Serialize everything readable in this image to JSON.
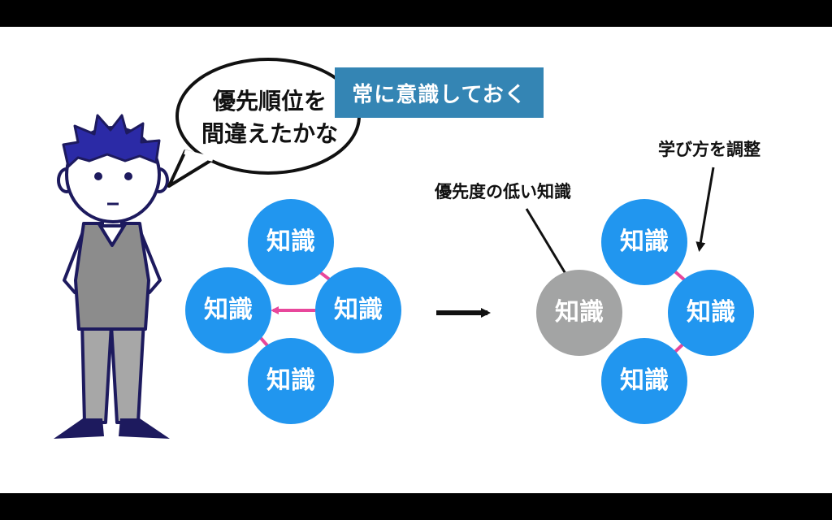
{
  "speech_bubble": {
    "text_line1": "優先順位を",
    "text_line2": "間違えたかな"
  },
  "banner": {
    "text": "常に意識しておく",
    "color": "#3485b4"
  },
  "left_diagram": {
    "nodes": [
      {
        "label": "知識"
      },
      {
        "label": "知識"
      },
      {
        "label": "知識"
      },
      {
        "label": "知識"
      }
    ]
  },
  "right_diagram": {
    "nodes": [
      {
        "label": "知識",
        "status": "low-priority"
      },
      {
        "label": "知識"
      },
      {
        "label": "知識"
      },
      {
        "label": "知識"
      }
    ],
    "annotations": {
      "low_priority_label": "優先度の低い知識",
      "adjust_label": "学び方を調整"
    }
  },
  "colors": {
    "node_blue": "#2196ef",
    "node_gray": "#a3a4a4",
    "arrow_pink": "#e8479b",
    "figure_outline": "#1d1a5e",
    "hair": "#2b2aa6",
    "shirt": "#8c8c8c"
  }
}
